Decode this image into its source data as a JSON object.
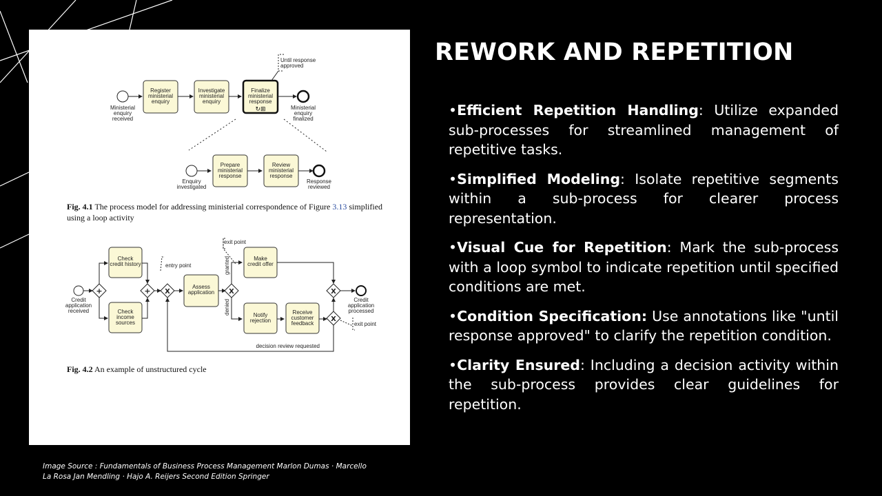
{
  "slide": {
    "title": "REWORK AND REPETITION",
    "bullets": [
      {
        "head": "Efficient Repetition Handling",
        "sep": ":",
        "body": " Utilize expanded sub-processes for streamlined management of repetitive tasks."
      },
      {
        "head": "Simplified Modeling",
        "sep": ":",
        "body": " Isolate repetitive segments within a sub-process for clearer process representation."
      },
      {
        "head": "Visual Cue for Repetition",
        "sep": ":",
        "body": " Mark the sub-process with a loop symbol to indicate repetition until specified conditions are met."
      },
      {
        "head": "Condition Specification:",
        "sep": "",
        "body": " Use annotations like \"until response approved\" to clarify the repetition condition."
      },
      {
        "head": "Clarity Ensured",
        "sep": ":",
        "body": " Including a decision activity within the sub-process provides clear guidelines for repetition."
      }
    ],
    "bullet_marker": "•",
    "source": "Image Source : Fundamentals of Business Process Management Marlon Dumas · Marcello La Rosa Jan Mendling · Hajo A. Reijers Second Edition Springer"
  },
  "fig1": {
    "tasks": [
      [
        "Register",
        "ministerial",
        "enquiry"
      ],
      [
        "Investigate",
        "ministerial",
        "enquiry"
      ],
      [
        "Finalize",
        "ministerial",
        "response"
      ]
    ],
    "start_label": [
      "Ministerial",
      "enquiry",
      "received"
    ],
    "end_label": [
      "Ministerial",
      "enquiry",
      "finalized"
    ],
    "annotation": [
      "Until response",
      "approved"
    ],
    "sub_tasks": [
      [
        "Prepare",
        "ministerial",
        "response"
      ],
      [
        "Review",
        "ministerial",
        "response"
      ]
    ],
    "sub_start_label": [
      "Enquiry",
      "investigated"
    ],
    "sub_end_label": [
      "Response",
      "reviewed"
    ],
    "caption_num": "Fig. 4.1",
    "caption_line1": "The process model for addressing ministerial correspondence of Figure ",
    "caption_ref": "3.13",
    "caption_line1_end": " simplified",
    "caption_line2": "using a loop activity"
  },
  "fig2": {
    "tasks": {
      "check_credit": [
        "Check",
        "credit history"
      ],
      "check_income": [
        "Check",
        "income",
        "sources"
      ],
      "assess": [
        "Assess",
        "application"
      ],
      "make_offer": [
        "Make",
        "credit offer"
      ],
      "notify": [
        "Notify",
        "rejection"
      ],
      "receive": [
        "Receive",
        "customer",
        "feedback"
      ]
    },
    "start_label": [
      "Credit",
      "application",
      "received"
    ],
    "end_label": [
      "Credit",
      "application",
      "processed"
    ],
    "entry_point": "entry point",
    "exit_point_top": "exit point",
    "exit_point_bottom": "exit point",
    "granted": "granted",
    "denied": "denied",
    "review_requested": "decision review requested",
    "caption_num": "Fig. 4.2",
    "caption_text": "An example of unstructured cycle"
  }
}
